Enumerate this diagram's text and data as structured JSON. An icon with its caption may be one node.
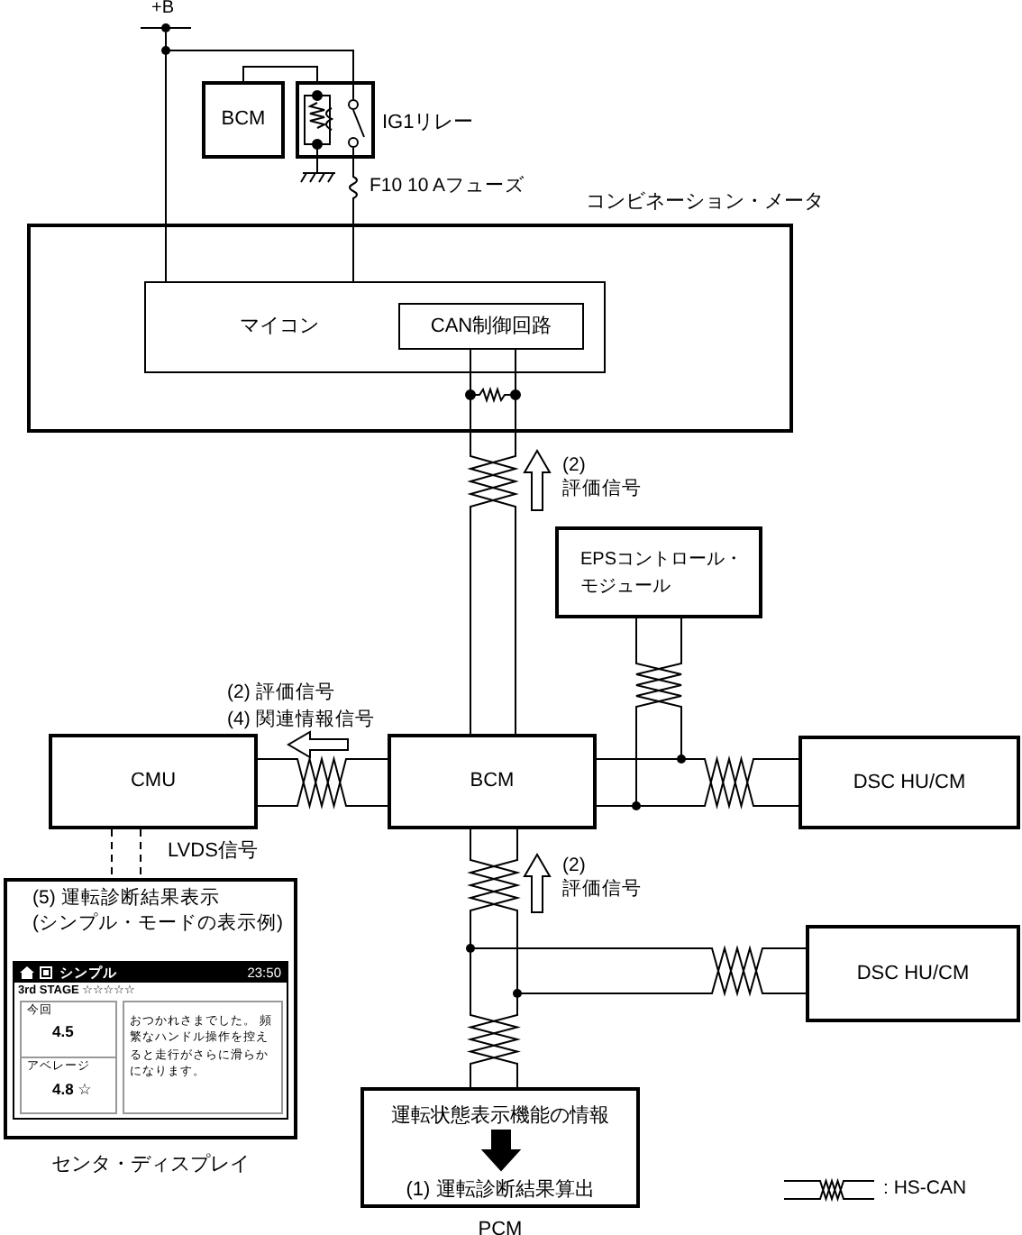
{
  "diagram": {
    "nodes": [
      {
        "text": [
          "BCM"
        ]
      },
      {
        "text": [
          "IG1リレー"
        ]
      },
      {
        "text": [
          "コンビネーション・メータ"
        ]
      },
      {
        "text": [
          "マイコン"
        ],
        "in": 2
      },
      {
        "text": [
          "CAN制御回路"
        ],
        "in": 3
      },
      {
        "text": [
          "EPSコントロール・モジュール"
        ]
      },
      {
        "text": [
          "CMU"
        ]
      },
      {
        "text": [
          "BCM"
        ]
      },
      {
        "text": [
          "DSC HU/CM"
        ]
      },
      {
        "text": [
          "(5) 運転診断結果表示 (シンプル・モードの表示例)",
          "センタ・ディスプレイ"
        ]
      },
      {
        "text": [
          "DSC HU/CM"
        ]
      },
      {
        "text": [
          "運転状態表示機能の情報",
          "(1) 運転診断結果算出",
          "PCM"
        ]
      },
      {
        "text": [
          "+B"
        ]
      }
    ],
    "edges": [
      {
        "from": 12,
        "to": 3,
        "arrow": "none"
      },
      {
        "from": 12,
        "to": 1,
        "arrow": "none"
      },
      {
        "from": 0,
        "to": 1,
        "arrow": "none"
      },
      {
        "from": 1,
        "to": 3,
        "arrow": "none"
      },
      {
        "from": 4,
        "to": 7,
        "arrow": "none"
      },
      {
        "from": 5,
        "to": 7,
        "arrow": "none"
      },
      {
        "from": 7,
        "to": 8,
        "arrow": "none"
      },
      {
        "from": 6,
        "to": 7,
        "arrow": "none"
      },
      {
        "from": 6,
        "to": 9,
        "arrow": "none",
        "style": "dashed",
        "label": "LVDS信号"
      },
      {
        "from": 7,
        "to": 11,
        "arrow": "none"
      },
      {
        "from": 10,
        "to": 11,
        "arrow": "none"
      }
    ],
    "labels": [
      "F10 10 Aフューズ",
      "(2) 評価信号",
      "(2) 評価信号",
      "(4) 関連情報信号",
      "(2) 評価信号",
      "シンプル",
      "23:50",
      "3rd STAGE ☆☆☆☆☆",
      "今回",
      "4.5",
      "アベレージ",
      "4.8 ☆",
      "おつかれさまでした。 頻繁なハンドル操作を控えると走行がさらに滑らかになります。"
    ],
    "legend": [
      {
        "text": ": HS-CAN"
      }
    ]
  }
}
